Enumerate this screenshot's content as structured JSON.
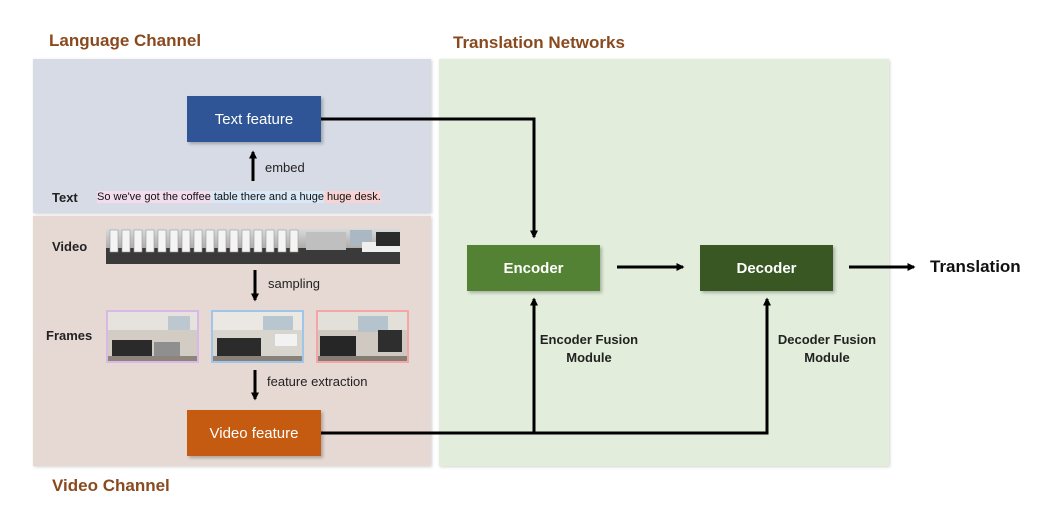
{
  "sections": {
    "language_channel": "Language Channel",
    "video_channel": "Video Channel",
    "translation_networks": "Translation Networks"
  },
  "boxes": {
    "text_feature": "Text feature",
    "video_feature": "Video feature",
    "encoder": "Encoder",
    "decoder": "Decoder"
  },
  "labels": {
    "embed": "embed",
    "sampling": "sampling",
    "feature_extraction": "feature extraction",
    "text_row": "Text",
    "video_row": "Video",
    "frames_row": "Frames",
    "encoder_fusion_line1": "Encoder Fusion",
    "encoder_fusion_line2": "Module",
    "decoder_fusion_line1": "Decoder Fusion",
    "decoder_fusion_line2": "Module",
    "output": "Translation"
  },
  "sentence": {
    "part1": "So we've got the coffee",
    "part2": " table there and a huge",
    "part3": " huge desk."
  },
  "colors": {
    "language_panel": "#d6dbe5",
    "video_panel": "#e6d9d4",
    "translation_panel": "#e2eedb",
    "text_feature": "#2f5597",
    "video_feature": "#c55a11",
    "encoder": "#548235",
    "decoder": "#385723",
    "frame_borders": [
      "#d9b8e6",
      "#9fc5e8",
      "#f4a6a6"
    ]
  }
}
